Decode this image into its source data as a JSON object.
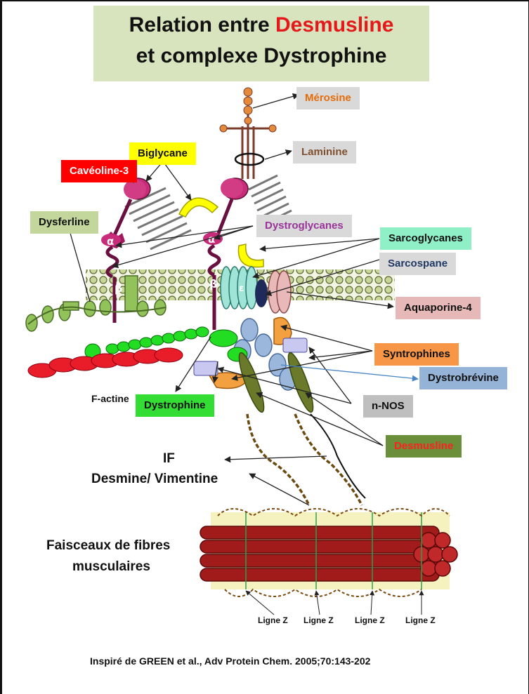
{
  "title": {
    "line1_prefix": "Relation entre ",
    "line1_highlight": "Desmusline",
    "line2": "et complexe Dystrophine"
  },
  "labels": {
    "merosine": "Mérosine",
    "laminine": "Laminine",
    "biglycane": "Biglycane",
    "caveoline3": "Cavéoline-3",
    "dysferline": "Dysferline",
    "dystroglycanes": "Dystroglycanes",
    "sarcoglycanes": "Sarcoglycanes",
    "sarcospane": "Sarcospane",
    "aquaporine4": "Aquaporine-4",
    "syntrophines": "Syntrophines",
    "dystrobrevine": "Dystrobrévine",
    "nnos": "n-NOS",
    "desmusline": "Desmusline",
    "dystrophine": "Dystrophine",
    "factine": "F-actine",
    "if_line1": "IF",
    "if_line2": "Desmine/ Vimentine",
    "fibres_line1": "Faisceaux de fibres",
    "fibres_line2": "musculaires"
  },
  "greek": {
    "alpha": "α",
    "beta": "β",
    "epsilon": "ε"
  },
  "ligne_z": [
    "Ligne Z",
    "Ligne Z",
    "Ligne Z",
    "Ligne Z"
  ],
  "citation": "Inspiré de GREEN et al., Adv Protein Chem. 2005;70:143-202",
  "colors": {
    "title_bg": "#d7e4bd",
    "title_red": "#e3191b",
    "merosine_bg": "#d9d9d9",
    "merosine_text": "#e46c0a",
    "laminine_bg": "#d9d9d9",
    "laminine_text": "#7f4f2f",
    "biglycane_bg": "#ffff00",
    "caveoline_bg": "#ff0000",
    "dysferline_bg": "#c3d69b",
    "dystroglycanes_bg": "#d9d9d9",
    "dystroglycanes_text": "#993399",
    "sarcoglycanes_bg": "#8ff0c8",
    "sarcospane_bg": "#d9d9d9",
    "sarcospane_text": "#1f3864",
    "aquaporine_bg": "#e6b9b8",
    "syntrophines_bg": "#f79646",
    "dystrobrevine_bg": "#95b3d7",
    "nnos_bg": "#bfbfbf",
    "desmusline_bg": "#6b8e3a",
    "desmusline_text": "#ff2020",
    "dystrophine_bg": "#33dd33"
  }
}
